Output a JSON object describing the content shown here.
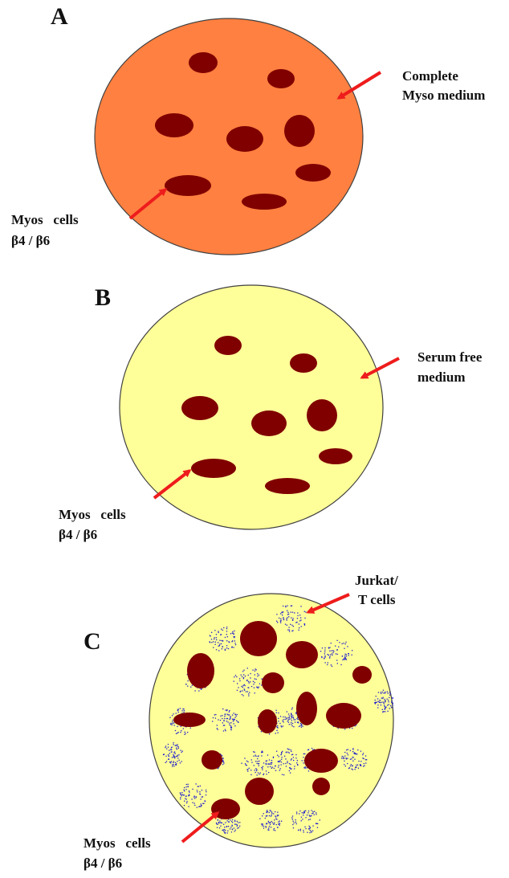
{
  "panels": [
    {
      "letter": "A",
      "medium_label": [
        "Complete",
        "Myso medium"
      ],
      "cell_label": [
        "Myos   cells",
        "β4 / β6"
      ]
    },
    {
      "letter": "B",
      "medium_label": [
        "Serum free",
        "medium"
      ],
      "cell_label": [
        "Myos   cells",
        "β4 / β6"
      ]
    },
    {
      "letter": "C",
      "jurkat_label": [
        "Jurkat/",
        "T cells"
      ],
      "cell_label": [
        "Myos   cells",
        "β4 / β6"
      ]
    }
  ],
  "colors": {
    "dish_A": "#FF8040",
    "dish_BC": "#FFFF99",
    "dish_outline": "#404040",
    "myos_cell": "#800000",
    "t_cell_dots": "#1f1fd0",
    "arrow": "#ee1c1c"
  }
}
